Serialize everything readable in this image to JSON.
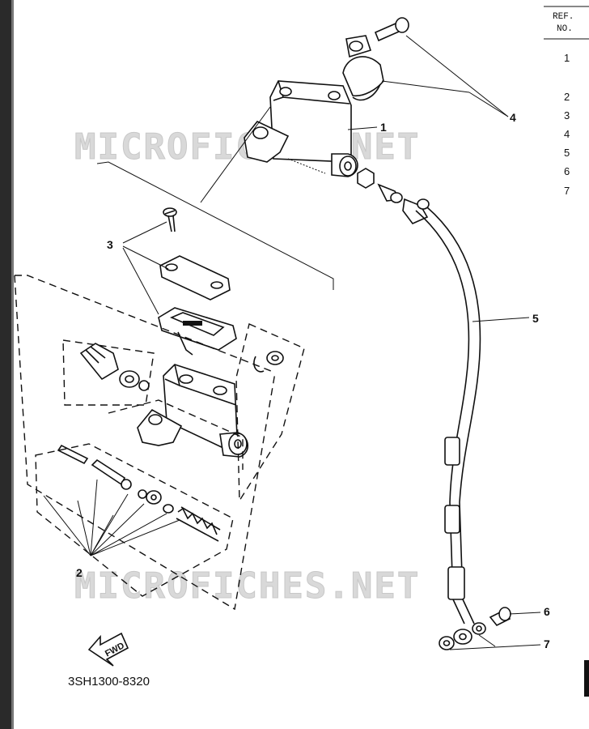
{
  "watermark": {
    "text": "MICROFICHES.NET"
  },
  "ref_table": {
    "header_line1": "REF.",
    "header_line2": "NO.",
    "rows": [
      "1",
      "2",
      "3",
      "4",
      "5",
      "6",
      "7"
    ]
  },
  "callouts": {
    "c1": "1",
    "c2": "2",
    "c3": "3",
    "c4": "4",
    "c5": "5",
    "c6": "6",
    "c7": "7"
  },
  "fwd_label": "FWD",
  "part_code": "3SH1300-8320"
}
